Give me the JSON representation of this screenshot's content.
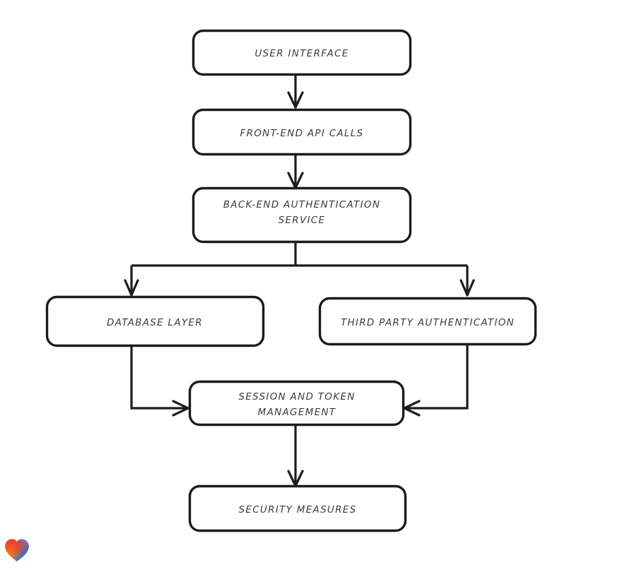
{
  "diagram": {
    "type": "flowchart",
    "orientation": "top-to-bottom",
    "style": "hand-drawn",
    "stroke_color": "#1c1c1c",
    "text_color": "#3b3b3b",
    "node_fill": "#ffffff",
    "nodes": [
      {
        "id": "user-interface",
        "label": "USER INTERFACE",
        "lines": [
          "USER INTERFACE"
        ]
      },
      {
        "id": "front-end-api-calls",
        "label": "FRONT-END API CALLS",
        "lines": [
          "FRONT-END API CALLS"
        ]
      },
      {
        "id": "back-end-auth-service",
        "label": "BACK-END AUTHENTICATION SERVICE",
        "lines": [
          "BACK-END AUTHENTICATION",
          "SERVICE"
        ]
      },
      {
        "id": "database-layer",
        "label": "DATABASE LAYER",
        "lines": [
          "DATABASE LAYER"
        ]
      },
      {
        "id": "third-party-auth",
        "label": "THIRD PARTY AUTHENTICATION",
        "lines": [
          "THIRD PARTY AUTHENTICATION"
        ]
      },
      {
        "id": "session-token-mgmt",
        "label": "SESSION AND TOKEN MANAGEMENT",
        "lines": [
          "SESSION AND TOKEN",
          "MANAGEMENT"
        ]
      },
      {
        "id": "security-measures",
        "label": "SECURITY MEASURES",
        "lines": [
          "SECURITY MEASURES"
        ]
      }
    ],
    "edges": [
      {
        "from": "user-interface",
        "to": "front-end-api-calls",
        "style": "straight-down"
      },
      {
        "from": "front-end-api-calls",
        "to": "back-end-auth-service",
        "style": "straight-down"
      },
      {
        "from": "back-end-auth-service",
        "to": "database-layer",
        "style": "fork-left"
      },
      {
        "from": "back-end-auth-service",
        "to": "third-party-auth",
        "style": "fork-right"
      },
      {
        "from": "database-layer",
        "to": "session-token-mgmt",
        "style": "elbow-from-left"
      },
      {
        "from": "third-party-auth",
        "to": "session-token-mgmt",
        "style": "elbow-from-right"
      },
      {
        "from": "session-token-mgmt",
        "to": "security-measures",
        "style": "straight-down"
      }
    ]
  },
  "logo": {
    "name": "heart-logo",
    "colors": {
      "red": "#e8342a",
      "orange": "#f79a1e",
      "blue": "#1f7bd8",
      "teal": "#2bb3b3"
    }
  }
}
